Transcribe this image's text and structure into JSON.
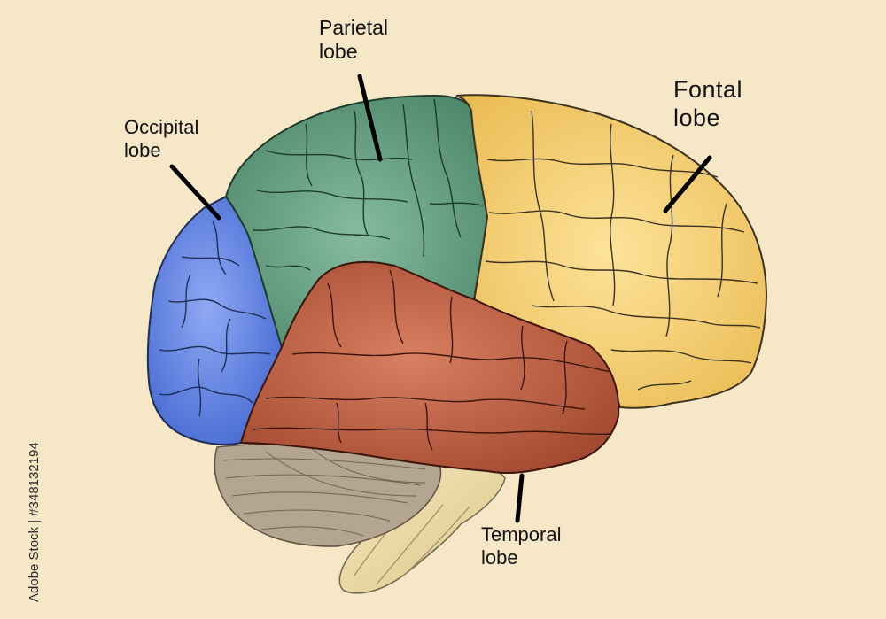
{
  "labels": {
    "parietal": [
      "Parietal",
      "lobe"
    ],
    "occipital": [
      "Occipital",
      "lobe"
    ],
    "frontal": [
      "Fontal",
      "lobe"
    ],
    "temporal": [
      "Temporal",
      "lobe"
    ]
  },
  "credit": "Adobe Stock | #348132194",
  "colors": {
    "background": "#f6e7c7",
    "occipital": "#5b7fe0",
    "parietal": "#5f9a7c",
    "frontal": "#f3cf72",
    "temporal": "#b85a3c",
    "cerebellum": "#b3a58f",
    "brainstem": "#eedda9",
    "outline": "#2e3a2e",
    "leader": "#000000"
  }
}
